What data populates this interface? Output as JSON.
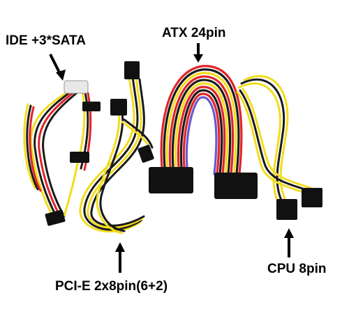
{
  "labels": {
    "ide_sata": "IDE +3*SATA",
    "atx": "ATX 24pin",
    "pcie": "PCI-E 2x8pin(6+2)",
    "cpu": "CPU 8pin"
  },
  "colors": {
    "wire_yellow": "#f2dc1e",
    "wire_black": "#1a1a1a",
    "wire_red": "#e0242a",
    "connector_black": "#111111",
    "connector_white": "#e8e8e8",
    "text": "#000000",
    "background": "#ffffff"
  }
}
